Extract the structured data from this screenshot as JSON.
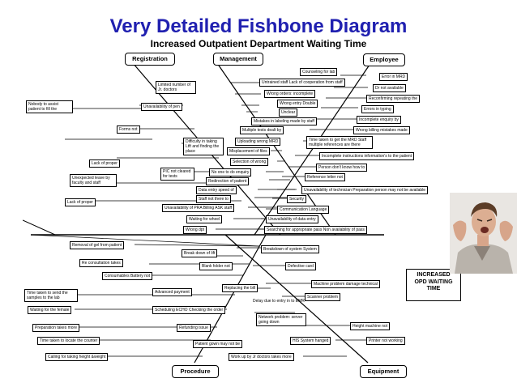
{
  "title": "Very Detailed Fishbone Diagram",
  "subtitle": "Increased Outpatient Department Waiting Time",
  "outcome": "INCREASED\nOPD WAITING\nTIME",
  "categories": {
    "registration": "Registration",
    "management": "Management",
    "employee": "Employee",
    "procedure": "Procedure",
    "equipment": "Equipment"
  },
  "causes": [
    "Nobody to assist patient to fill the",
    "Limited number of Jr. doctors",
    "Unavailability of pen",
    "Forms not",
    "Lack of proper",
    "Unexpected leave by faculty and staff",
    "Lack of proper",
    "Difficulty in taking Ltft and finding the place",
    "PIC not cleared for tests",
    "Counseling for lab",
    "Untrained staff Lack of cooperation from staff",
    "Wrong orders: incomplete",
    "Wrong entry Double",
    "Unclear",
    "Mistakes in labeling made by staff",
    "Multiple tests dealt by",
    "Uploading wrong MRD",
    "Misplacement of files",
    "Selection of wrong",
    "No one to do enquiry",
    "Redirection of patient",
    "Data entry speed of",
    "Staff not there to",
    "Unavailability of PRA Billing ASK staff",
    "Waiting for wheel",
    "Wrong dpt",
    "Error in MRD",
    "Dr not available",
    "Reconfirming repeating the",
    "Errors in typing",
    "Incomplete enquiry by",
    "Wrong billing mistakes made",
    "Time taken to get the MRD Staff multiple references are there",
    "Incomplete instructions information's to the patient",
    "Person don't know how to",
    "Reference letter not",
    "Unavailability of technician Preparation person may not be available",
    "Security",
    "Communication Language",
    "Unavailability of data entry",
    "Searching for appropriate pass Non availability of pass",
    "Removal of gel from patient",
    "Re consultation takes",
    "Consumables Battery not",
    "Time taken to send the samples to the lab",
    "Advanced payment",
    "Waiting for the female",
    "Scheduling ECHO Checking the order",
    "Preparation takes more",
    "Refunding issue",
    "Time taken to locate the counter",
    "Patient gown may not be",
    "Calling for taking height &weight",
    "Breakdown of system System",
    "Break down of lift",
    "Blank folder not",
    "Defective card",
    "Machine problem damage technical",
    "Replacing the bill",
    "Scanner problem",
    "Delay due to entry in to EMR",
    "Network problem: server going down",
    "Height machine not",
    "HIS System hanged",
    "Printer not working",
    "Work up by Jr doctors takes more"
  ]
}
